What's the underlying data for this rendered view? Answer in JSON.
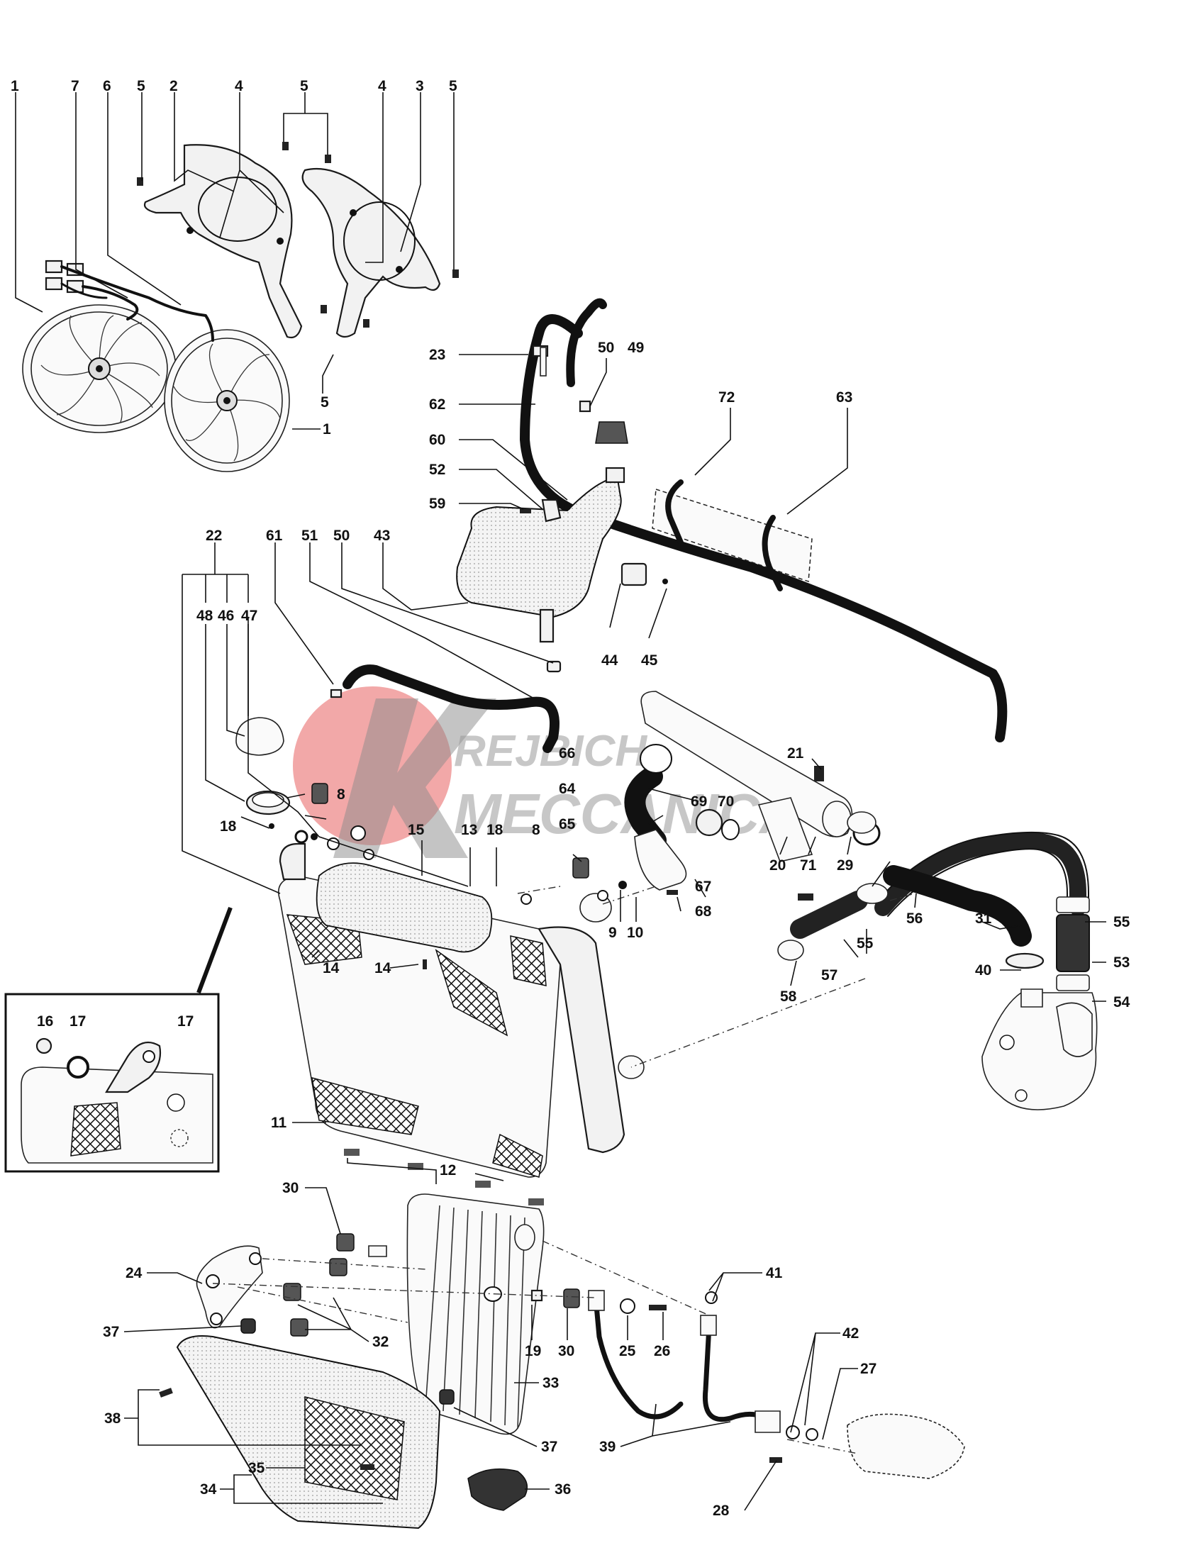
{
  "watermark": {
    "line1": "REJBICH",
    "line2": "MECCANICA",
    "circle_color": "#e86060",
    "text_color": "#9a9a9a"
  },
  "callouts": {
    "c1a": "1",
    "c7": "7",
    "c6": "6",
    "c5a": "5",
    "c2": "2",
    "c4a": "4",
    "c5b": "5",
    "c4b": "4",
    "c3": "3",
    "c5c": "5",
    "c5d": "5",
    "c1b": "1",
    "c23": "23",
    "c50a": "50",
    "c49": "49",
    "c62": "62",
    "c72": "72",
    "c63": "63",
    "c60": "60",
    "c52": "52",
    "c59": "59",
    "c22": "22",
    "c61": "61",
    "c51": "51",
    "c50b": "50",
    "c43": "43",
    "c48": "48",
    "c46": "46",
    "c47": "47",
    "c44": "44",
    "c45": "45",
    "c66": "66",
    "c21": "21",
    "c64": "64",
    "c69": "69",
    "c70": "70",
    "c65": "65",
    "c8a": "8",
    "c18a": "18",
    "c15": "15",
    "c13": "13",
    "c18b": "18",
    "c8b": "8",
    "c20": "20",
    "c71": "71",
    "c29": "29",
    "c67": "67",
    "c9": "9",
    "c10": "10",
    "c68": "68",
    "c56": "56",
    "c31": "31",
    "c55a": "55",
    "c55b": "55",
    "c14a": "14",
    "c14b": "14",
    "c40": "40",
    "c53": "53",
    "c57": "57",
    "c58": "58",
    "c54": "54",
    "c16": "16",
    "c17a": "17",
    "c17b": "17",
    "c11": "11",
    "c12": "12",
    "c30a": "30",
    "c24": "24",
    "c41": "41",
    "c37a": "37",
    "c32": "32",
    "c19": "19",
    "c30b": "30",
    "c25": "25",
    "c26": "26",
    "c42": "42",
    "c27": "27",
    "c33": "33",
    "c38": "38",
    "c39": "39",
    "c37b": "37",
    "c28": "28",
    "c35": "35",
    "c34": "34",
    "c36": "36"
  }
}
